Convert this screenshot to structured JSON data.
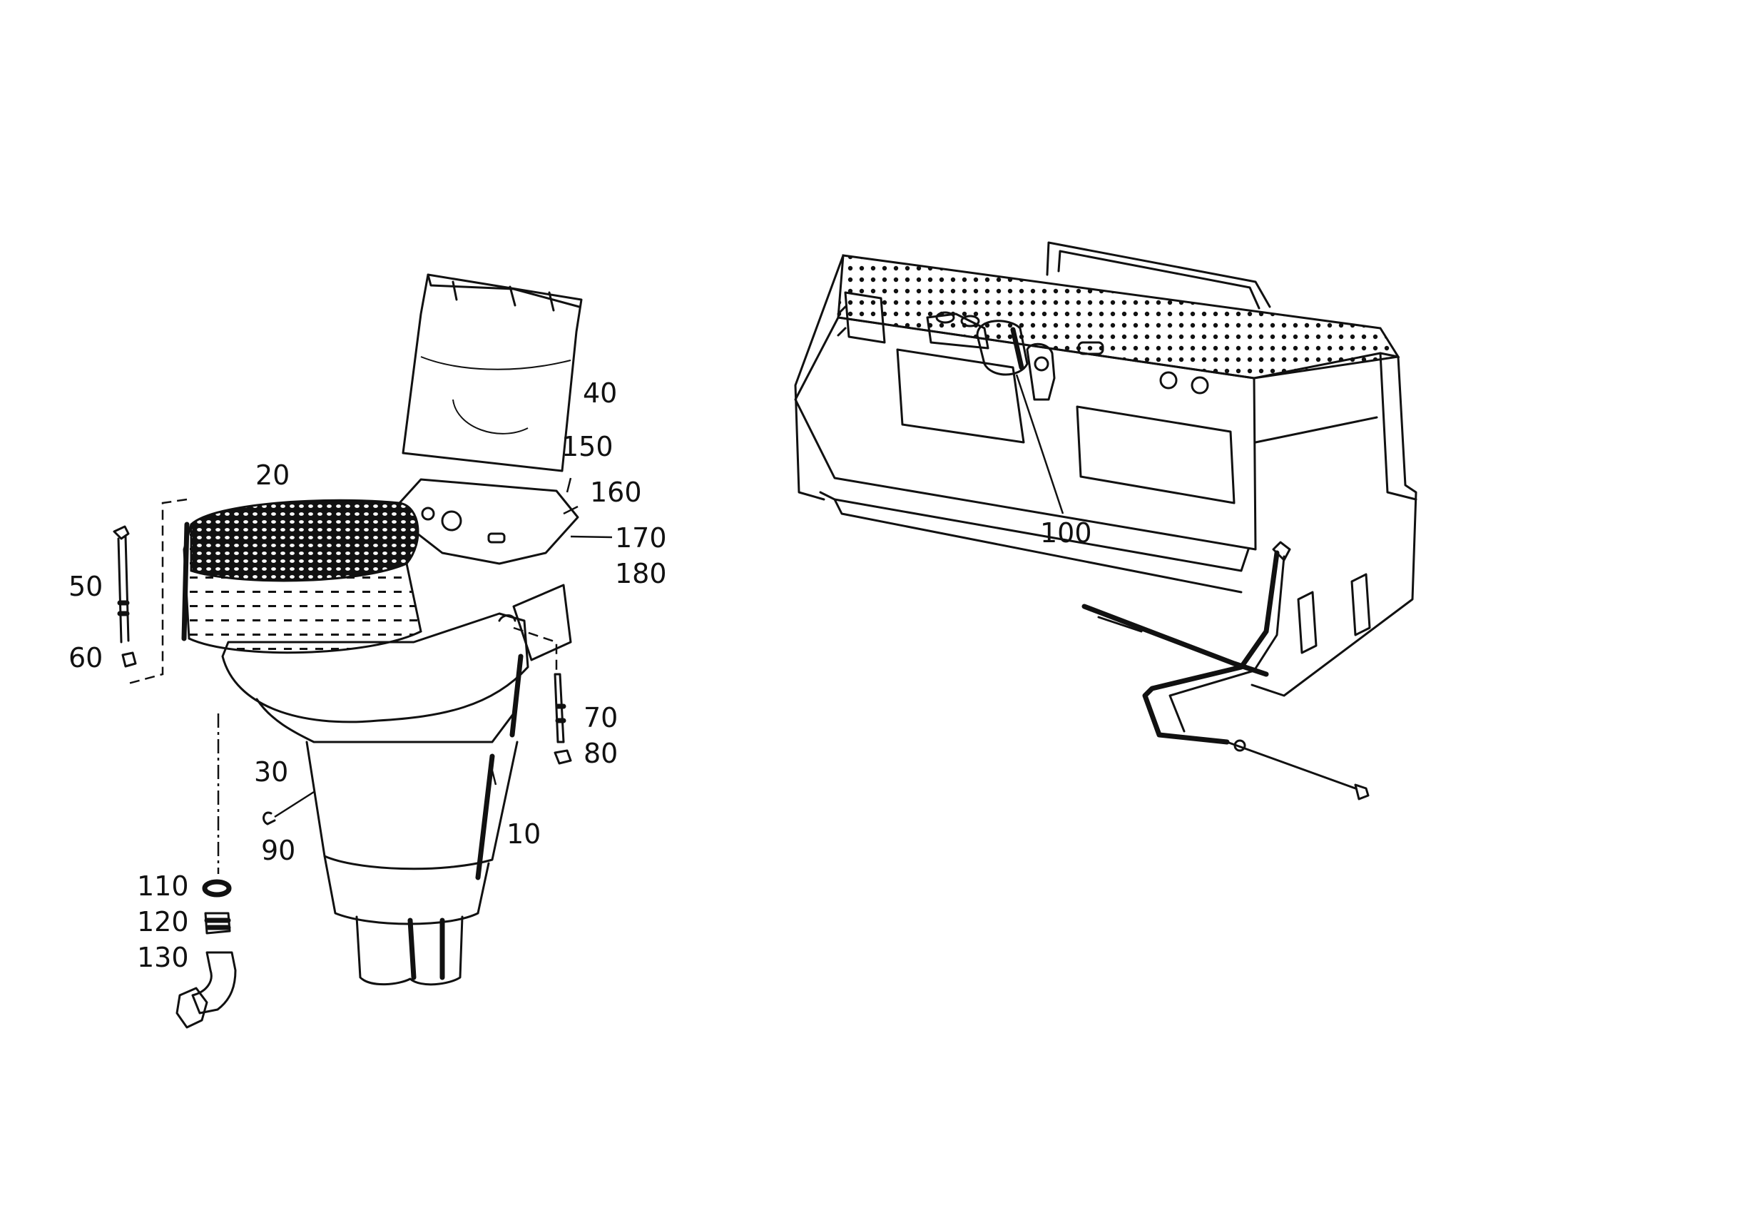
{
  "callouts": [
    {
      "id": "10",
      "text": "10"
    },
    {
      "id": "20",
      "text": "20"
    },
    {
      "id": "30",
      "text": "30"
    },
    {
      "id": "40",
      "text": "40"
    },
    {
      "id": "50",
      "text": "50"
    },
    {
      "id": "60",
      "text": "60"
    },
    {
      "id": "70",
      "text": "70"
    },
    {
      "id": "80",
      "text": "80"
    },
    {
      "id": "90",
      "text": "90"
    },
    {
      "id": "100",
      "text": "100"
    },
    {
      "id": "110",
      "text": "110"
    },
    {
      "id": "120",
      "text": "120"
    },
    {
      "id": "130",
      "text": "130"
    },
    {
      "id": "150",
      "text": "150"
    },
    {
      "id": "160",
      "text": "160"
    },
    {
      "id": "170",
      "text": "170"
    },
    {
      "id": "180",
      "text": "180"
    }
  ]
}
